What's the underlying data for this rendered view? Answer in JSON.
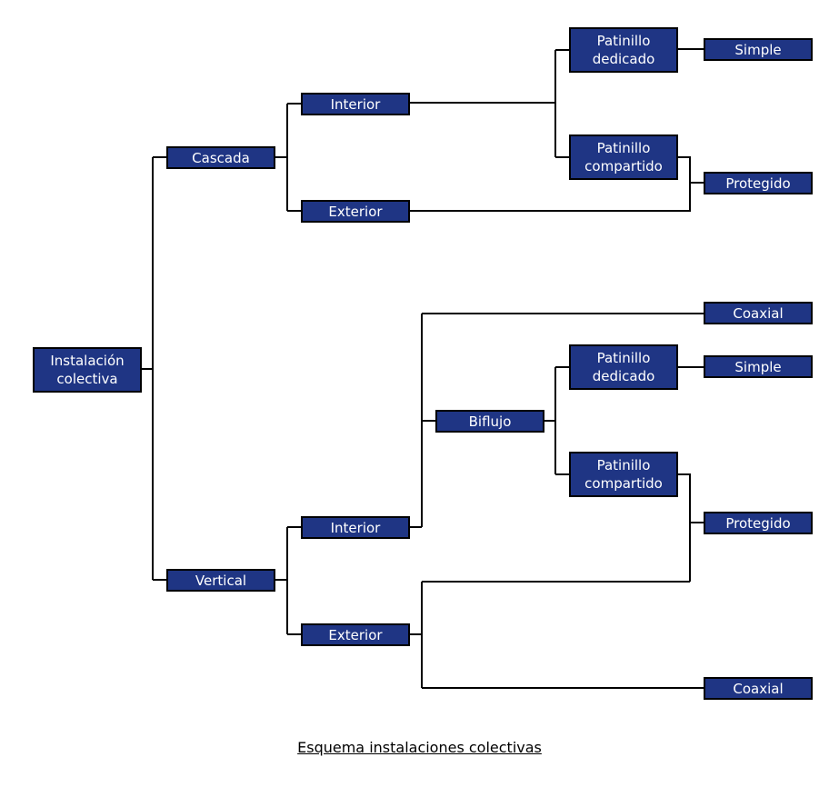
{
  "diagram": {
    "caption": "Esquema instalaciones colectivas",
    "node_fill": "#1f3584",
    "node_text_color": "#ffffff",
    "line_color": "#000000",
    "nodes": {
      "root": "Instalación\ncolectiva",
      "cascada": "Cascada",
      "vertical": "Vertical",
      "c_interior": "Interior",
      "c_exterior": "Exterior",
      "c_pat_dedicado": "Patinillo\ndedicado",
      "c_pat_compartido": "Patinillo\ncompartido",
      "c_simple": "Simple",
      "c_protegido": "Protegido",
      "v_interior": "Interior",
      "v_exterior": "Exterior",
      "v_coaxial_top": "Coaxial",
      "v_biflujo": "Biflujo",
      "v_pat_dedicado": "Patinillo\ndedicado",
      "v_pat_compartido": "Patinillo\ncompartido",
      "v_simple": "Simple",
      "v_protegido": "Protegido",
      "v_coaxial_bottom": "Coaxial"
    }
  }
}
